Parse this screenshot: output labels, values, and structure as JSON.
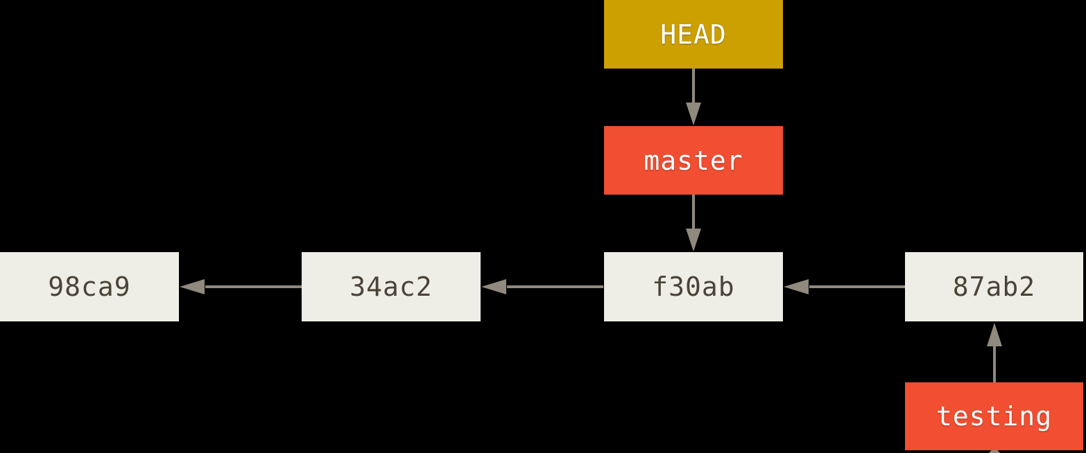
{
  "diagram": {
    "description": "Git commit history with branch pointers (git checkout master state)",
    "background_color": "#000000",
    "colors": {
      "head_pointer_bg": "#CCA000",
      "branch_bg": "#F14E32",
      "commit_bg": "#EFEEE6",
      "arrow": "#90897D",
      "commit_text": "#4A4338",
      "pointer_text": "#FFFFFF"
    },
    "nodes": {
      "head": {
        "label": "HEAD",
        "type": "head-pointer"
      },
      "master": {
        "label": "master",
        "type": "branch"
      },
      "testing": {
        "label": "testing",
        "type": "branch"
      },
      "commit_98ca9": {
        "label": "98ca9",
        "type": "commit"
      },
      "commit_34ac2": {
        "label": "34ac2",
        "type": "commit"
      },
      "commit_f30ab": {
        "label": "f30ab",
        "type": "commit"
      },
      "commit_87ab2": {
        "label": "87ab2",
        "type": "commit"
      }
    },
    "edges": [
      {
        "from": "HEAD",
        "to": "master",
        "direction": "down"
      },
      {
        "from": "master",
        "to": "f30ab",
        "direction": "down"
      },
      {
        "from": "f30ab",
        "to": "34ac2",
        "direction": "left"
      },
      {
        "from": "34ac2",
        "to": "98ca9",
        "direction": "left"
      },
      {
        "from": "87ab2",
        "to": "f30ab",
        "direction": "left"
      },
      {
        "from": "testing",
        "to": "87ab2",
        "direction": "up"
      },
      {
        "from": "offscreen-bottom",
        "to": "testing",
        "direction": "up",
        "partial": true
      }
    ]
  }
}
